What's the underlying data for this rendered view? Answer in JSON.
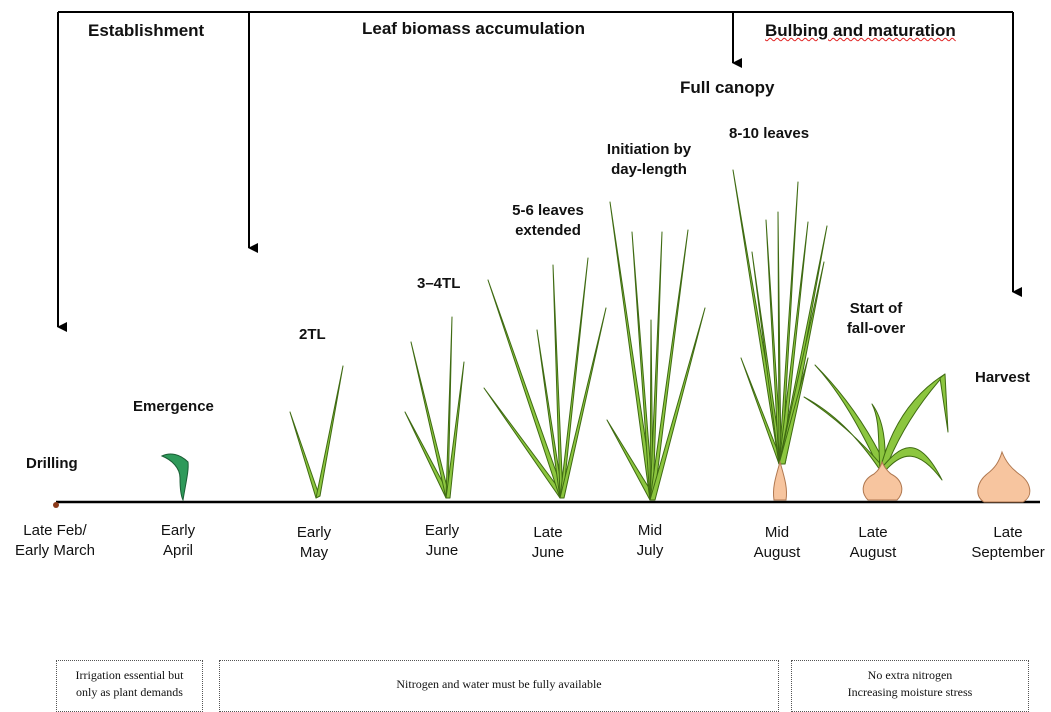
{
  "phases": {
    "establishment": "Establishment",
    "leaf_biomass": "Leaf biomass accumulation",
    "bulbing": "Bulbing and maturation"
  },
  "stages": {
    "full_canopy": "Full canopy",
    "drilling": "Drilling",
    "emergence": "Emergence",
    "two_tl": "2TL",
    "three_four_tl": "3–4TL",
    "five_six_leaves": [
      "5-6 leaves",
      "extended"
    ],
    "initiation": [
      "Initiation by",
      "day-length"
    ],
    "eight_ten_leaves": "8-10 leaves",
    "fall_over": [
      "Start of",
      "fall-over"
    ],
    "harvest": "Harvest"
  },
  "timeline": [
    [
      "Late Feb/",
      "Early March"
    ],
    [
      "Early",
      "April"
    ],
    [
      "Early",
      "May"
    ],
    [
      "Early",
      "June"
    ],
    [
      "Late",
      "June"
    ],
    [
      "Mid",
      "July"
    ],
    [
      "Mid",
      "August"
    ],
    [
      "Late",
      "August"
    ],
    [
      "Late",
      "September"
    ]
  ],
  "notes": {
    "irrigation": [
      "Irrigation essential but",
      "only as plant demands"
    ],
    "nitrogen_water": "Nitrogen and water must be fully available",
    "stress": [
      "No extra nitrogen",
      "Increasing moisture stress"
    ]
  },
  "colors": {
    "leaf": "#8cc63f",
    "leaf_stroke": "#3f6b12",
    "seedling": "#2e9a5a",
    "bulb": "#f7c59f",
    "bulb_stroke": "#b07850"
  }
}
